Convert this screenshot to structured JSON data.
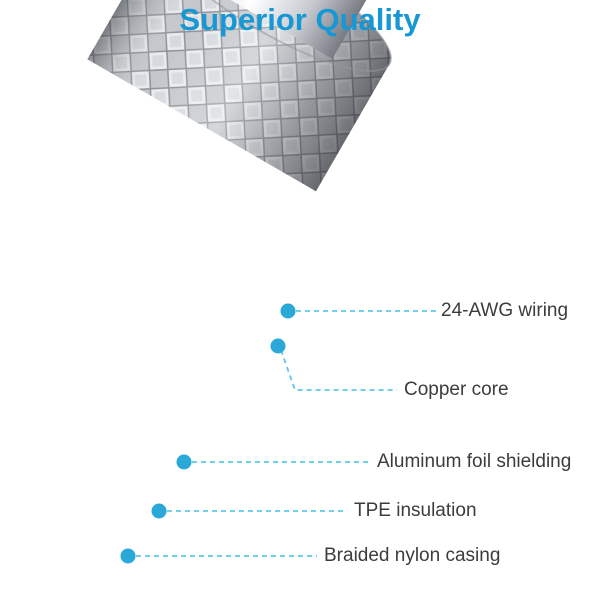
{
  "title": {
    "text": "Superior Quality"
  },
  "callouts": [
    {
      "id": "awg-wiring",
      "label": "24-AWG wiring"
    },
    {
      "id": "copper-core",
      "label": "Copper core"
    },
    {
      "id": "aluminum-foil",
      "label": "Aluminum foil shielding"
    },
    {
      "id": "tpe-insulation",
      "label": "TPE insulation"
    },
    {
      "id": "braided-casing",
      "label": "Braided nylon casing"
    }
  ],
  "colors": {
    "title_blue": "#1798d5",
    "callout_dot": "#2aa9d8",
    "callout_line": "#5ec7e6",
    "label_text": "#3c3c3e",
    "copper": "#cf9350",
    "copper_end_cream": "#f3e6b8",
    "green_wire": "#129b24",
    "blue_wire": "#1d4fc4",
    "foil_silver": "#d5d8dc",
    "braid_silver": "#c3c6cb"
  }
}
